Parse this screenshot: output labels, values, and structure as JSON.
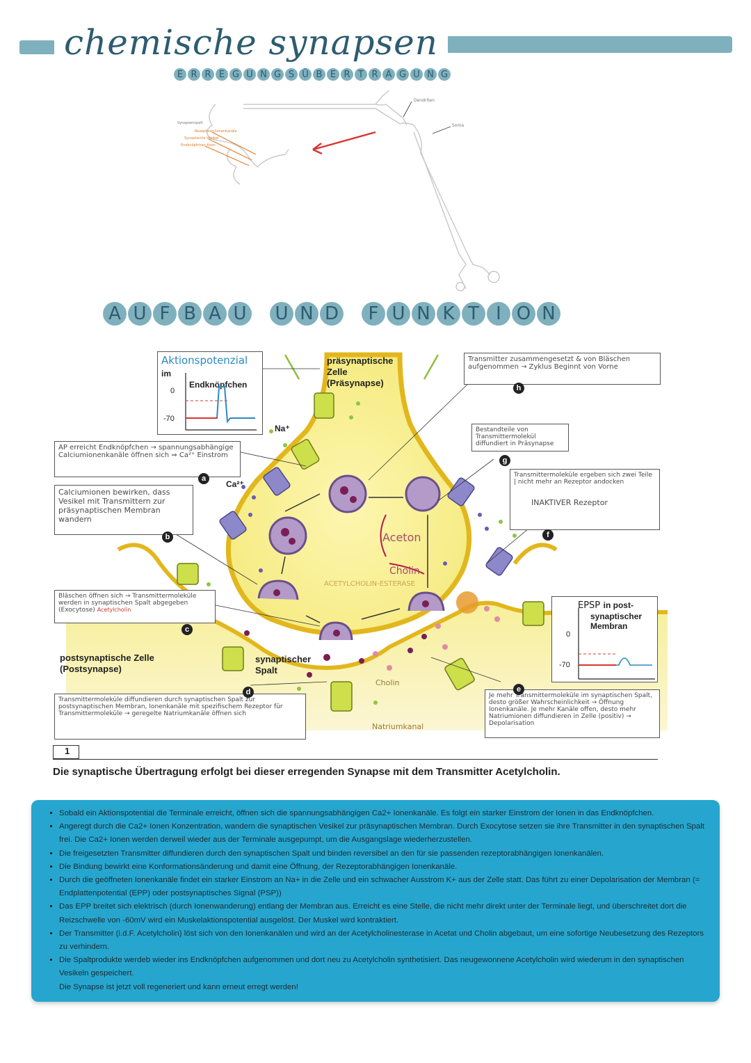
{
  "header": {
    "title": "chemische synapsen",
    "subtitle": "ERREGUNGSÜBERTRAGUNG"
  },
  "neuron_sketch": {
    "labels": [
      "Dendriten",
      "Soma",
      "Synapsenspalt",
      "Rezeptoren/Ionenkanäle",
      "Synaptische Vesikel",
      "Endknöpfchen Axon"
    ]
  },
  "section_title": "AUFBAU UND FUNKTION",
  "diagram": {
    "ap_graph": {
      "title": "Aktionspotenzial",
      "title_suffix": "im",
      "subtitle": "Endknöpfchen",
      "y_top": "0",
      "y_bottom": "-70"
    },
    "epsp_graph": {
      "title": "EPSP",
      "title_suffix": "in post-",
      "line2": "synaptischer",
      "line3": "Membran",
      "y_top": "0",
      "y_bottom": "-70"
    },
    "labels": {
      "presynaptic": "präsynaptische Zelle (Präsynapse)",
      "postsynaptic": "postsynaptische Zelle (Postsynapse)",
      "cleft": "synaptischer Spalt",
      "na": "Na⁺",
      "ca": "Ca²⁺",
      "aceton": "Aceton",
      "cholin": "Cholin",
      "esterase": "ACETYLCHOLIN-ESTERASE",
      "cholin_bottom": "Cholin",
      "natrium": "Natriumkanal"
    },
    "notes": {
      "a": "AP erreicht Endknöpfchen → spannungsabhängige Calciumionenkanäle öffnen sich ⇒ Ca²⁺ Einstrom",
      "b": "Calciumionen bewirken, dass Vesikel mit Transmittern zur präsynaptischen Membran wandern",
      "c": "Bläschen öffnen sich → Transmittermoleküle werden in synaptischen Spalt abgegeben (Exocytose)",
      "c_extra": "Acetylcholin",
      "d": "Transmittermoleküle diffundieren durch synaptischen Spalt zur postsynaptischen Membran, Ionenkanäle mit spezifischem Rezeptor für Transmittermoleküle → geregelte Natriumkanäle öffnen sich",
      "e": "Je mehr Transmittermoleküle im synaptischen Spalt, desto größer Wahrscheinlichkeit → Öffnung Ionenkanäle. Je mehr Kanäle offen, desto mehr Natriumionen diffundieren in Zelle (positiv) → Depolarisation",
      "f": "Transmittermoleküle ergeben sich zwei Teile | nicht mehr an Rezeptor andocken",
      "f_extra": "INAKTIVER Rezeptor",
      "g": "Bestandteile von Transmittermolekül diffundiert in Präsynapse",
      "h": "Transmitter zusammengesetzt & von Bläschen aufgenommen → Zyklus Beginnt von Vorne"
    },
    "letters": [
      "a",
      "b",
      "c",
      "d",
      "e",
      "f",
      "g",
      "h"
    ],
    "figure_number": "1",
    "caption": "Die synaptische Übertragung erfolgt bei dieser erregenden Synapse mit dem Transmitter Acetylcholin."
  },
  "info_box": {
    "bullets": [
      "Sobald ein Aktionspotential die Terminale erreicht, öffnen sich die spannungsabhängigen Ca2+ Ionenkanäle. Es folgt ein starker Einstrom der Ionen in das Endknöpfchen.",
      "Angeregt durch die Ca2+ Ionen Konzentration, wandern die synaptischen Vesikel zur präsynaptischen Membran. Durch Exocytose setzen sie ihre Transmitter in den synaptischen Spalt frei. Die Ca2+ Ionen werden derweil wieder aus der Terminale ausgepumpt, um die Ausgangslage wiederherzustellen.",
      "Die freigesetzten Transmitter diffundieren durch den synaptischen Spalt und binden reversibel an den für sie passenden rezeptorabhängigen Ionenkanälen.",
      "Die Bindung bewirkt eine Konformationsänderung und damit eine Öffnung, der Rezeptorabhängigen Ionenkanäle.",
      "Durch die geöffneten Ionenkanäle findet ein starker Einstrom an Na+ in die Zelle und ein schwacher Ausstrom K+ aus der Zelle statt. Das führt zu einer Depolarisation der Membran (= Endplattenpotential (EPP) oder postsynaptisches Signal (PSP))",
      "Das EPP breitet sich elektrisch (durch Ionenwanderung) entlang der Membran aus. Erreicht es eine Stelle, die nicht mehr direkt unter der Terminale liegt, und überschreitet dort die Reizschwelle von -60mV wird ein Muskelaktionspotential ausgelöst. Der Muskel wird kontraktiert.",
      "Der Transmitter (i.d.F. Acetylcholin) löst sich von den Ionenkanälen und wird an der Acetylcholinesterase in Acetat und Cholin abgebaut, um eine sofortige Neubesetzung des Rezeptors zu verhindern.",
      "Die Spaltprodukte werdeb wieder ins Endknöpfchen aufgenommen und dort neu zu Acetylcholin synthetisiert. Das neugewonnene Acetylcholin wird wiederum in den synaptischen Vesikeln gespeichert."
    ],
    "closing": "Die Synapse ist jetzt voll regeneriert und kann erneut erregt werden!"
  }
}
